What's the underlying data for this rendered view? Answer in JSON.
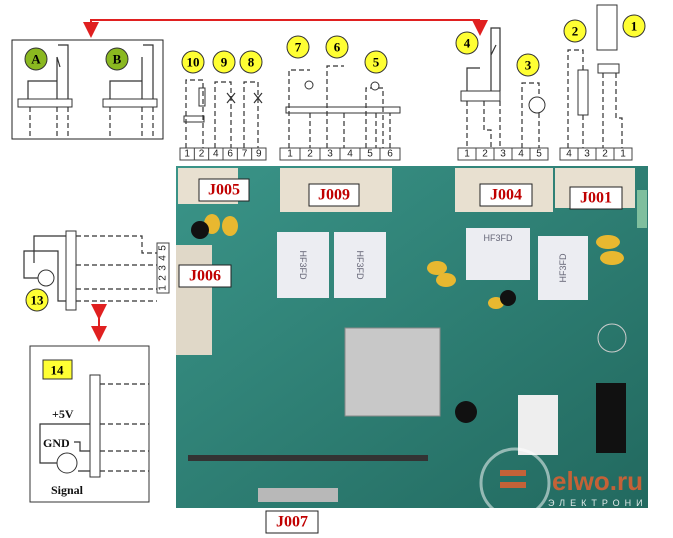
{
  "connectors": {
    "J005": {
      "label": "J005",
      "pins": [
        "1",
        "2",
        "4",
        "6",
        "7",
        "9"
      ]
    },
    "J009": {
      "label": "J009",
      "pins": [
        "1",
        "2",
        "3",
        "4",
        "5",
        "6"
      ]
    },
    "J004": {
      "label": "J004",
      "pins": [
        "1",
        "2",
        "3",
        "4",
        "5"
      ]
    },
    "J001": {
      "label": "J001",
      "pins": [
        "4",
        "3",
        "2",
        "1"
      ]
    },
    "J006": {
      "label": "J006",
      "pins": [
        "5",
        "4",
        "3",
        "2",
        "1"
      ]
    },
    "J007": {
      "label": "J007"
    }
  },
  "components": {
    "c1": "1",
    "c2": "2",
    "c3": "3",
    "c4": "4",
    "c5": "5",
    "c6": "6",
    "c7": "7",
    "c8": "8",
    "c9": "9",
    "c10": "10",
    "c13": "13",
    "c14": "14"
  },
  "inset_ab": {
    "a": "A",
    "b": "B"
  },
  "sensor_box": {
    "plus5v": "+5V",
    "gnd": "GND",
    "signal": "Signal"
  },
  "relay_label": "HF3FD",
  "watermark": {
    "brand": "elwo.ru",
    "sub": "ЭЛЕКТРОНИКА"
  },
  "colors": {
    "board": "#2e8277",
    "label_red": "#c00000",
    "badge_yellow": "#ffff33",
    "badge_green": "#8ab820",
    "arrow_red": "#e02020"
  }
}
